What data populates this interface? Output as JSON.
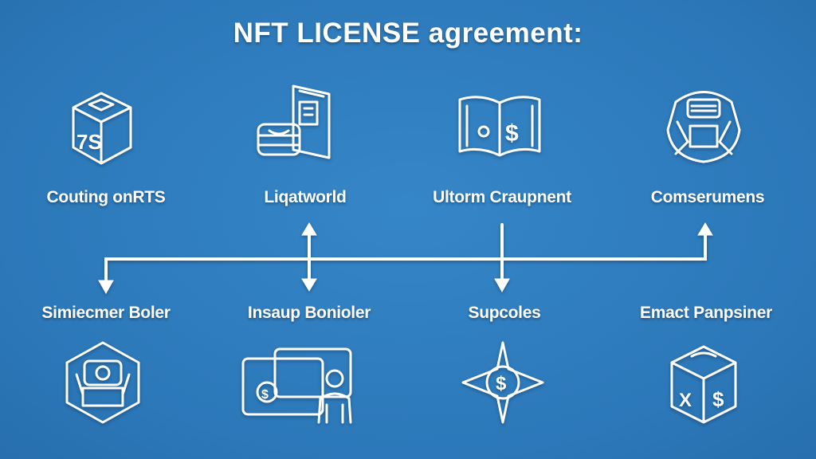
{
  "title": "NFT LICENSE agreement:",
  "top_items": [
    {
      "label": "Couting onRTS",
      "icon": "cube-icon",
      "glyph": "7S"
    },
    {
      "label": "Liqatworld",
      "icon": "wallet-device-icon"
    },
    {
      "label": "Ultorm Craupnent",
      "icon": "open-book-icon",
      "glyph": "$"
    },
    {
      "label": "Comserumens",
      "icon": "robot-console-icon"
    }
  ],
  "bottom_items": [
    {
      "label": "Simiecmer Boler",
      "icon": "hexagon-machine-icon"
    },
    {
      "label": "Insaup Bonioler",
      "icon": "cards-person-icon",
      "glyph": "$"
    },
    {
      "label": "Supcoles",
      "icon": "compass-coin-icon",
      "glyph": "$"
    },
    {
      "label": "Emact Panpsiner",
      "icon": "cube-currency-icon",
      "glyph_left": "X",
      "glyph_right": "$"
    }
  ]
}
